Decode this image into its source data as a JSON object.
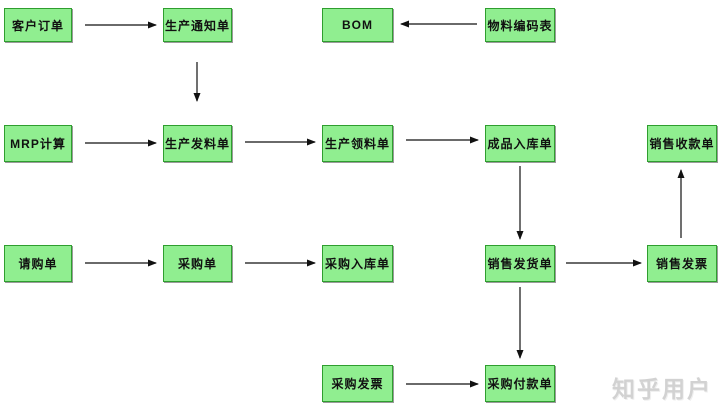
{
  "diagram": {
    "description": "ERP document flow diagram",
    "nodes": [
      {
        "id": "customer-order",
        "label": "客户订单"
      },
      {
        "id": "production-notice",
        "label": "生产通知单"
      },
      {
        "id": "bom",
        "label": "BOM"
      },
      {
        "id": "material-code-table",
        "label": "物料编码表"
      },
      {
        "id": "mrp-calculation",
        "label": "MRP计算"
      },
      {
        "id": "production-issue-note",
        "label": "生产发料单"
      },
      {
        "id": "production-picking-note",
        "label": "生产领料单"
      },
      {
        "id": "finished-goods-receipt",
        "label": "成品入库单"
      },
      {
        "id": "sales-receipt-note",
        "label": "销售收款单"
      },
      {
        "id": "purchase-requisition",
        "label": "请购单"
      },
      {
        "id": "purchase-order",
        "label": "采购单"
      },
      {
        "id": "purchase-receipt-note",
        "label": "采购入库单"
      },
      {
        "id": "sales-delivery-note",
        "label": "销售发货单"
      },
      {
        "id": "sales-invoice",
        "label": "销售发票"
      },
      {
        "id": "purchase-invoice",
        "label": "采购发票"
      },
      {
        "id": "purchase-payment-note",
        "label": "采购付款单"
      }
    ],
    "edges": [
      {
        "from": "客户订单",
        "to": "生产通知单"
      },
      {
        "from": "BOM",
        "to": "生产通知单"
      },
      {
        "from": "物料编码表",
        "to": "BOM"
      },
      {
        "from": "生产通知单",
        "to": "生产发料单"
      },
      {
        "from": "MRP计算",
        "to": "生产发料单"
      },
      {
        "from": "生产发料单",
        "to": "生产领料单"
      },
      {
        "from": "生产领料单",
        "to": "成品入库单"
      },
      {
        "from": "成品入库单",
        "to": "销售发货单"
      },
      {
        "from": "请购单",
        "to": "采购单"
      },
      {
        "from": "采购单",
        "to": "采购入库单"
      },
      {
        "from": "销售发货单",
        "to": "销售发票"
      },
      {
        "from": "销售发票",
        "to": "销售收款单"
      },
      {
        "from": "销售发货单",
        "to": "采购付款单"
      },
      {
        "from": "采购发票",
        "to": "采购付款单"
      }
    ],
    "colors": {
      "node_fill": "#90ee90",
      "node_border": "#2f9e2f",
      "arrow": "#111111",
      "watermark": "#d2d2d2",
      "background": "#ffffff"
    }
  },
  "watermark": {
    "text": "知乎用户"
  }
}
